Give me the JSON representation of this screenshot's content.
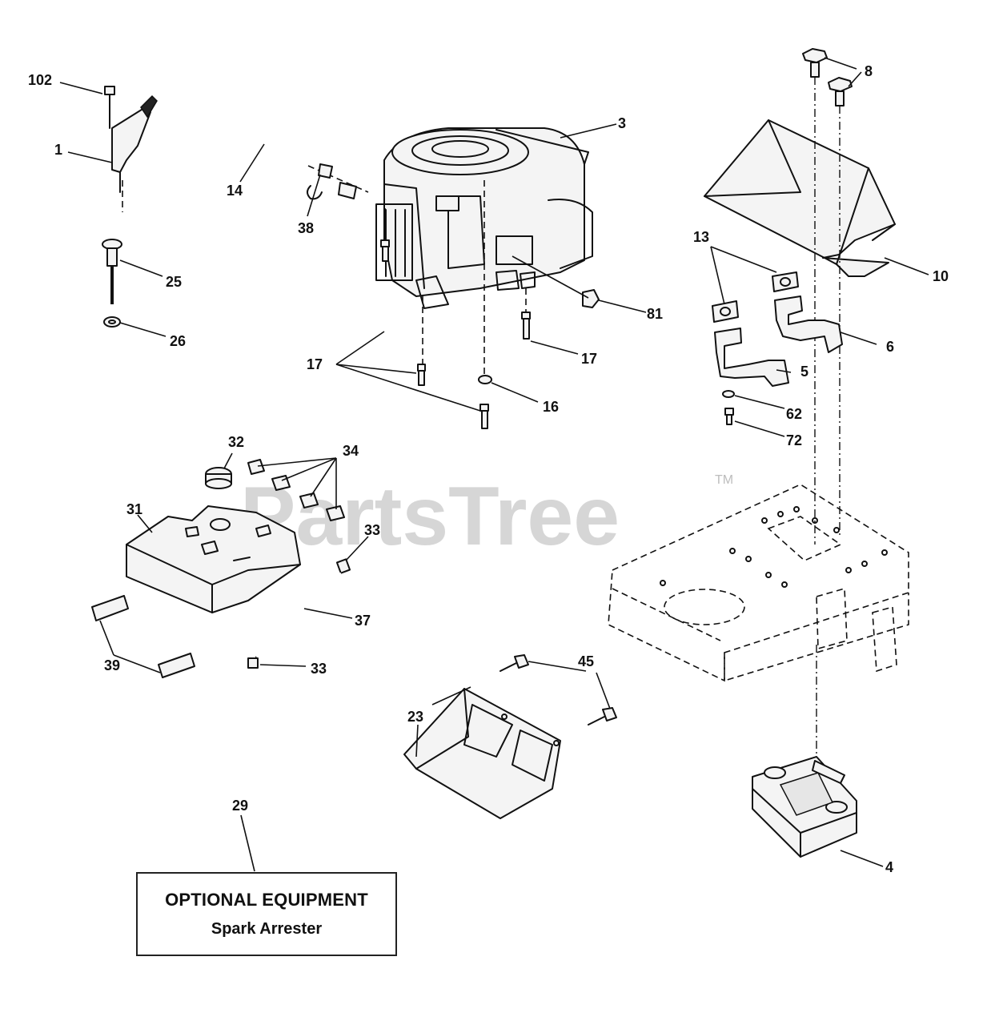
{
  "watermark": {
    "brand": "PartsTree",
    "trademark": "TM"
  },
  "callouts": {
    "c102": "102",
    "c1": "1",
    "c25": "25",
    "c26": "26",
    "c14": "14",
    "c38": "38",
    "c3": "3",
    "c81": "81",
    "c17a": "17",
    "c17b": "17",
    "c16": "16",
    "c8": "8",
    "c10": "10",
    "c13": "13",
    "c6": "6",
    "c5": "5",
    "c62": "62",
    "c72": "72",
    "c32": "32",
    "c34": "34",
    "c31": "31",
    "c33a": "33",
    "c33b": "33",
    "c37": "37",
    "c39": "39",
    "c45": "45",
    "c23": "23",
    "c29": "29",
    "c4": "4"
  },
  "optional_box": {
    "title": "OPTIONAL EQUIPMENT",
    "subtitle": "Spark Arrester"
  }
}
